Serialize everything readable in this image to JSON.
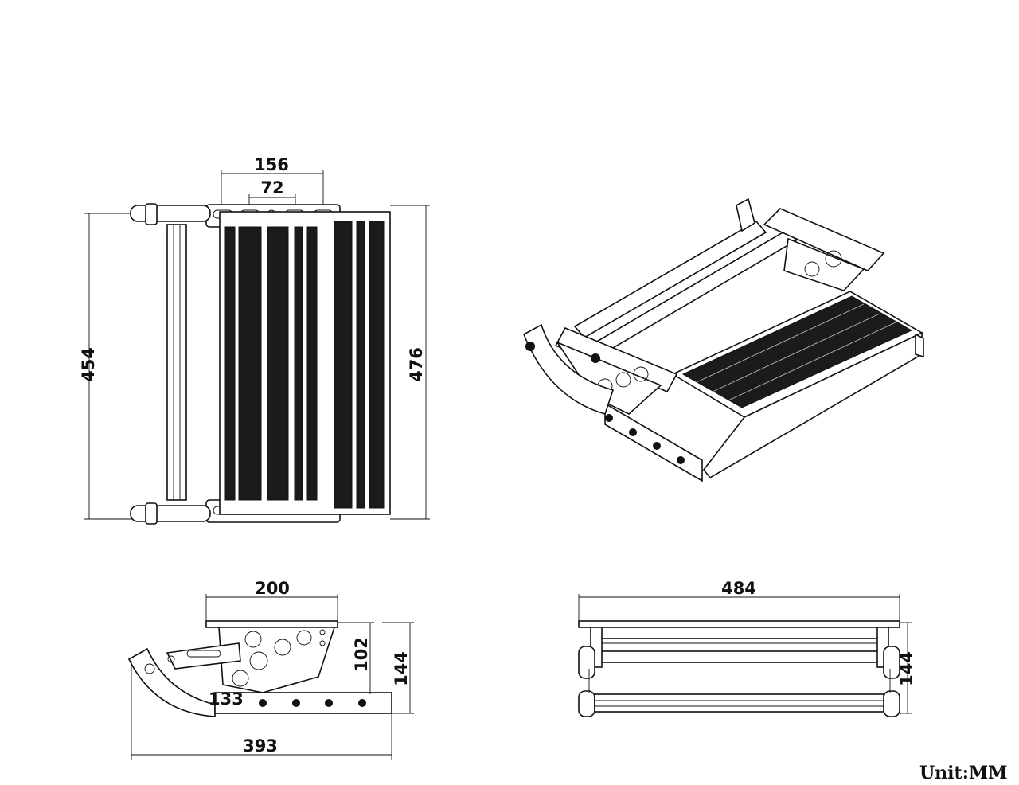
{
  "dimensions": {
    "top_width": "156",
    "top_inner": "72",
    "top_left_height": "454",
    "top_right_height": "476",
    "side_top_width": "200",
    "side_height_inner": "102",
    "side_height_outer": "144",
    "side_small": "133",
    "side_length": "393",
    "front_width": "484",
    "front_height": "144"
  },
  "unit_label": "Unit:MM"
}
